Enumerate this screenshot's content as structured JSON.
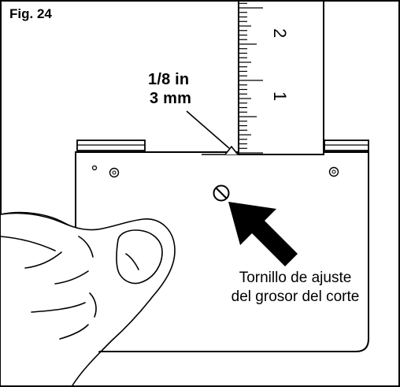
{
  "figure": {
    "label": "Fig. 24"
  },
  "measurement": {
    "imperial": "1/8 in",
    "metric": "3 mm"
  },
  "ruler": {
    "major_marks": [
      "2",
      "1"
    ]
  },
  "callout": {
    "line1": "Tornillo de ajuste",
    "line2": "del grosor del corte"
  },
  "colors": {
    "ink": "#000000",
    "paper": "#ffffff"
  }
}
